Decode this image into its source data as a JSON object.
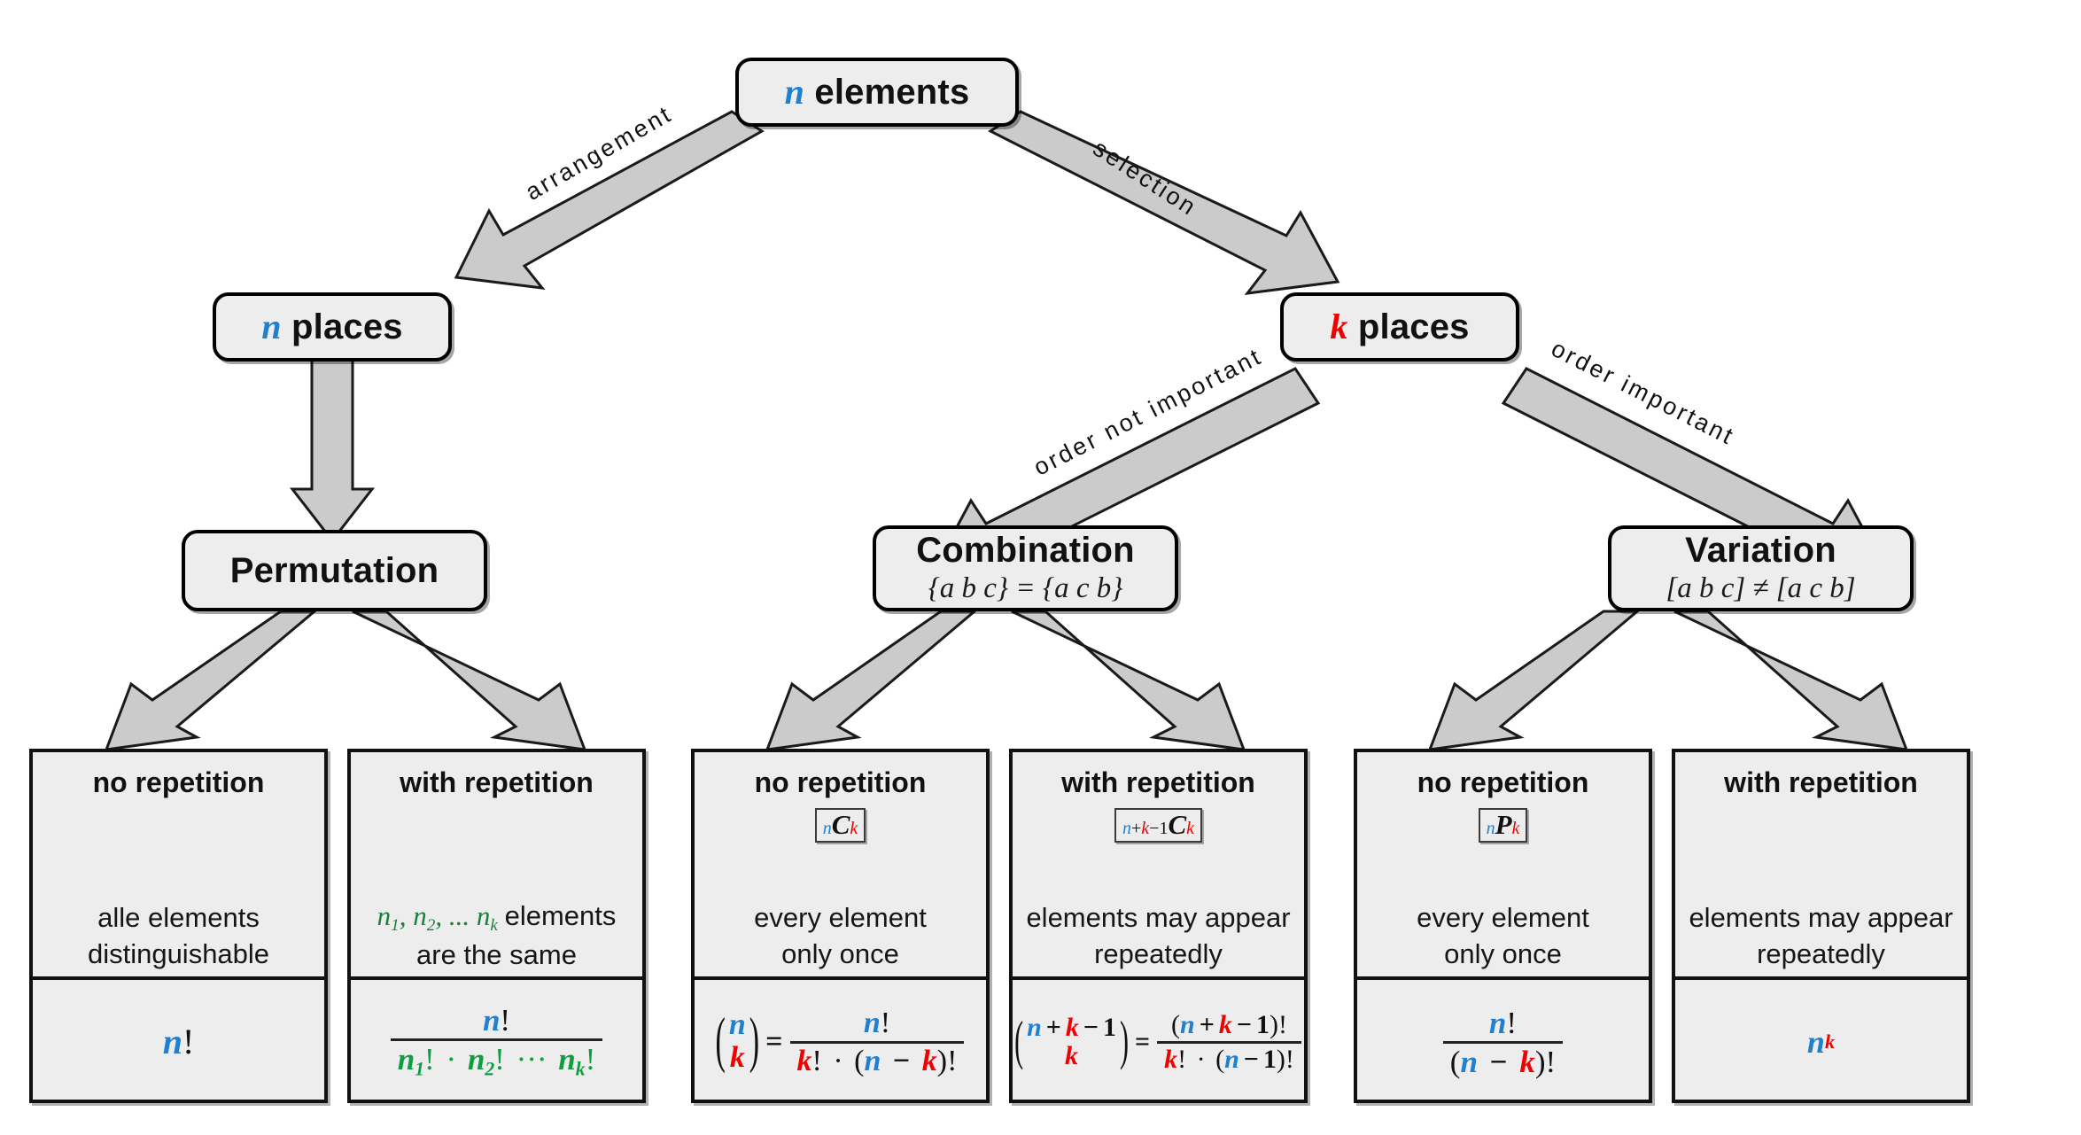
{
  "diagram": {
    "title": "Combinatorics decision tree",
    "colors": {
      "n_color": "#1f7fd0",
      "k_color": "#f20000",
      "green": "#0f9d42",
      "node_fill": "#ededed",
      "border": "#111111",
      "arrow_fill": "#cccccc"
    }
  },
  "root": {
    "var": "n",
    "label": "elements"
  },
  "edges": {
    "arrangement": "arrangement",
    "selection": "selection",
    "order_not_important": "order not important",
    "order_important": "order important"
  },
  "level2": {
    "left": {
      "var": "n",
      "label": "places"
    },
    "right": {
      "var": "k",
      "label": "places"
    }
  },
  "level3": {
    "permutation": {
      "title": "Permutation",
      "example": ""
    },
    "combination": {
      "title": "Combination",
      "example": "{a b c} = {a c b}"
    },
    "variation": {
      "title": "Variation",
      "example": "[a b c] ≠ [a c b]"
    }
  },
  "leaves": [
    {
      "group": "permutation",
      "header": "no repetition",
      "notation": null,
      "description_line1": "alle elements",
      "description_line2": "distinguishable",
      "formula": "n!"
    },
    {
      "group": "permutation",
      "header": "with repetition",
      "notation": null,
      "description_line1": "n1, n2, ... nk elements",
      "description_line2": "are the same",
      "formula": "n! / (n1! · n2! ··· nk!)"
    },
    {
      "group": "combination",
      "header": "no repetition",
      "notation": "nCk",
      "description_line1": "every element",
      "description_line2": "only once",
      "formula": "(n over k) = n! / (k! · (n − k)!)"
    },
    {
      "group": "combination",
      "header": "with repetition",
      "notation": "n+k−1Ck",
      "description_line1": "elements may appear",
      "description_line2": "repeatedly",
      "formula": "(n + k − 1 over k) = (n + k − 1)! / (k! · (n − 1)!)"
    },
    {
      "group": "variation",
      "header": "no repetition",
      "notation": "nPk",
      "description_line1": "every element",
      "description_line2": "only once",
      "formula": "n! / (n − k)!"
    },
    {
      "group": "variation",
      "header": "with repetition",
      "notation": null,
      "description_line1": "elements may appear",
      "description_line2": "repeatedly",
      "formula": "n^k"
    }
  ],
  "symbols": {
    "n": "n",
    "k": "k",
    "one": "1",
    "C": "C",
    "P": "P",
    "bang": "!",
    "plus": "+",
    "minus": "−",
    "equals": "=",
    "cdot": "·",
    "ellipsis": "···",
    "comma": ",",
    "dots": "...",
    "lparen": "(",
    "rparen": ")",
    "sub1": "1",
    "sub2": "2",
    "elements_word": "elements"
  }
}
